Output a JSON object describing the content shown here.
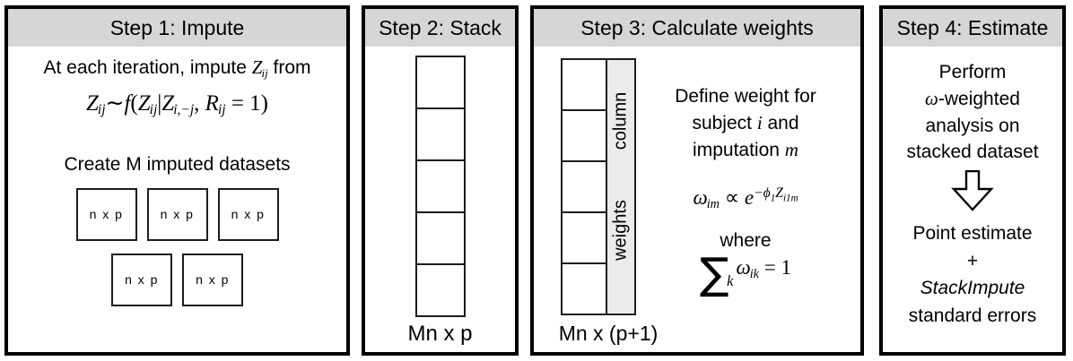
{
  "colors": {
    "header_bg": "#d6d6d6",
    "strip_bg": "#ebebeb",
    "panel_border": "#000000",
    "box_border": "#1c1c1c"
  },
  "step1": {
    "header": "Step 1: Impute",
    "intro": [
      {
        "t": "At each iteration, impute ",
        "k": "t"
      },
      {
        "t": "Z",
        "k": "i"
      },
      {
        "t": "ij",
        "k": "sub"
      },
      {
        "t": " from",
        "k": "t"
      }
    ],
    "formula": [
      {
        "t": "Z",
        "k": "i"
      },
      {
        "t": "ij",
        "k": "sub"
      },
      {
        "t": "∼",
        "k": "r"
      },
      {
        "t": "f",
        "k": "i"
      },
      {
        "t": "(",
        "k": "r"
      },
      {
        "t": "Z",
        "k": "i"
      },
      {
        "t": "ij",
        "k": "sub"
      },
      {
        "t": "|",
        "k": "r"
      },
      {
        "t": "Z",
        "k": "i"
      },
      {
        "t": "i,−j",
        "k": "sub"
      },
      {
        "t": ", ",
        "k": "r"
      },
      {
        "t": "R",
        "k": "i"
      },
      {
        "t": "ij",
        "k": "sub"
      },
      {
        "t": " = 1)",
        "k": "r"
      }
    ],
    "create_label": "Create M imputed datasets",
    "box_label": "n x p"
  },
  "step2": {
    "header": "Step 2: Stack",
    "cells": 5,
    "dim_label": "Mn x p"
  },
  "step3": {
    "header": "Step 3: Calculate weights",
    "cells": 5,
    "strip_word_top": "column",
    "strip_word_bottom": "weights",
    "dim_label": "Mn x (p+1)",
    "define_lines": [
      [
        {
          "t": "Define weight for",
          "k": "t"
        }
      ],
      [
        {
          "t": "subject ",
          "k": "t"
        },
        {
          "t": "i",
          "k": "i"
        },
        {
          "t": " and",
          "k": "t"
        }
      ],
      [
        {
          "t": "imputation ",
          "k": "t"
        },
        {
          "t": "m",
          "k": "i"
        }
      ]
    ],
    "weight_formula": [
      {
        "t": "ω",
        "k": "i"
      },
      {
        "t": "im",
        "k": "sub"
      },
      {
        "t": " ∝ ",
        "k": "r"
      },
      {
        "t": "e",
        "k": "i"
      },
      {
        "t": "−",
        "k": "sup"
      },
      {
        "t": "ϕ",
        "k": "sup"
      },
      {
        "t": "1",
        "k": "supsub"
      },
      {
        "t": "Z",
        "k": "sup"
      },
      {
        "t": "i1m",
        "k": "supsub"
      }
    ],
    "where_label": "where",
    "sum_formula": [
      {
        "t": "∑",
        "k": "sigma"
      },
      {
        "t": "k",
        "k": "sigmasub"
      },
      {
        "t": "ω",
        "k": "i"
      },
      {
        "t": "ik",
        "k": "sub"
      },
      {
        "t": " = 1",
        "k": "r"
      }
    ]
  },
  "step4": {
    "header": "Step 4: Estimate",
    "action_lines": [
      [
        {
          "t": "Perform",
          "k": "t"
        }
      ],
      [
        {
          "t": "ω",
          "k": "i"
        },
        {
          "t": "-weighted",
          "k": "t"
        }
      ],
      [
        {
          "t": "analysis on",
          "k": "t"
        }
      ],
      [
        {
          "t": "stacked dataset",
          "k": "t"
        }
      ]
    ],
    "result_lines": [
      [
        {
          "t": "Point estimate",
          "k": "t"
        }
      ],
      [
        {
          "t": "+",
          "k": "t"
        }
      ],
      [
        {
          "t": "StackImpute",
          "k": "ti"
        }
      ],
      [
        {
          "t": "standard errors",
          "k": "t"
        }
      ]
    ]
  }
}
